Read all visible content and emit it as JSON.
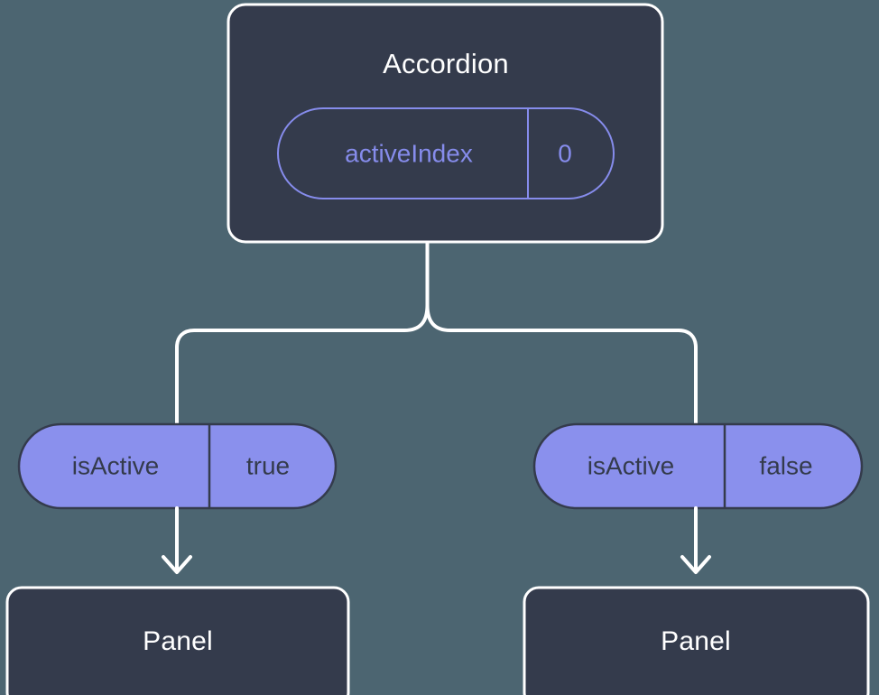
{
  "diagram": {
    "type": "component-state-tree",
    "background_color": "#4c6571",
    "node_fill_color": "#343b4c",
    "node_border_color": "#ffffff",
    "pill_fill_color": "#8a90ed",
    "pill_accent_color": "#868cec",
    "edge_color": "#ffffff"
  },
  "root": {
    "title": "Accordion",
    "prop": {
      "key": "activeIndex",
      "value": "0",
      "style": "outlined"
    }
  },
  "branches": [
    {
      "id": "left",
      "prop": {
        "key": "isActive",
        "value": "true",
        "style": "filled"
      },
      "child": {
        "title": "Panel"
      }
    },
    {
      "id": "right",
      "prop": {
        "key": "isActive",
        "value": "false",
        "style": "filled"
      },
      "child": {
        "title": "Panel"
      }
    }
  ]
}
